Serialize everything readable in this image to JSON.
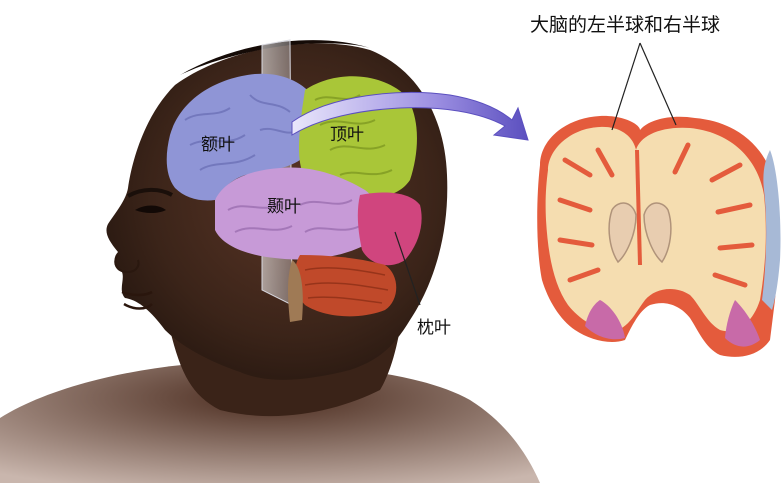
{
  "labels": {
    "frontal": "额叶",
    "parietal": "顶叶",
    "temporal": "颞叶",
    "occipital": "枕叶",
    "hemispheres": "大脑的左半球和右半球"
  },
  "colors": {
    "skin": "#3a2318",
    "frontal": "#8f95d6",
    "parietal": "#a9c638",
    "temporal": "#c79ad7",
    "occipital": "#d0457e",
    "cerebellum": "#c0492a",
    "cortex": "#e45b3c",
    "white_matter": "#f5ddb0",
    "arrow": "#7e6fd0"
  }
}
